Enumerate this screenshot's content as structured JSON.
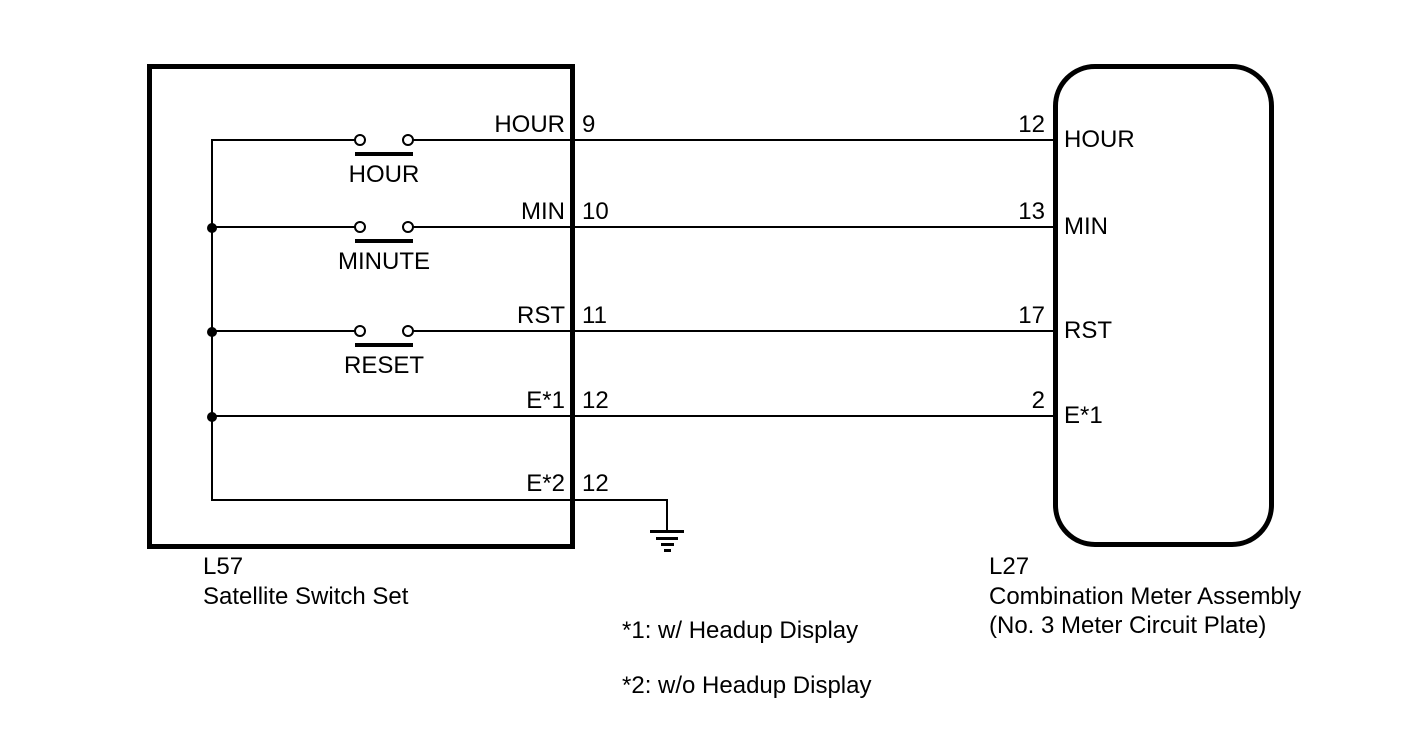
{
  "diagram": {
    "title_visible": false,
    "colors": {
      "line": "#000000",
      "background": "#ffffff"
    },
    "left_component": {
      "code": "L57",
      "name": "Satellite Switch Set"
    },
    "right_component": {
      "code": "L27",
      "name_line1": "Combination Meter Assembly",
      "name_line2": "(No. 3 Meter Circuit Plate)"
    },
    "rows": [
      {
        "signal": "HOUR",
        "left_pin": "9",
        "right_pin": "12",
        "right_label": "HOUR",
        "switch_label": "HOUR"
      },
      {
        "signal": "MIN",
        "left_pin": "10",
        "right_pin": "13",
        "right_label": "MIN",
        "switch_label": "MINUTE"
      },
      {
        "signal": "RST",
        "left_pin": "11",
        "right_pin": "17",
        "right_label": "RST",
        "switch_label": "RESET"
      },
      {
        "signal": "E*1",
        "left_pin": "12",
        "right_pin": "2",
        "right_label": "E*1"
      },
      {
        "signal": "E*2",
        "left_pin": "12",
        "ground": true
      }
    ],
    "notes": [
      "*1: w/ Headup Display",
      "*2: w/o Headup Display"
    ]
  }
}
